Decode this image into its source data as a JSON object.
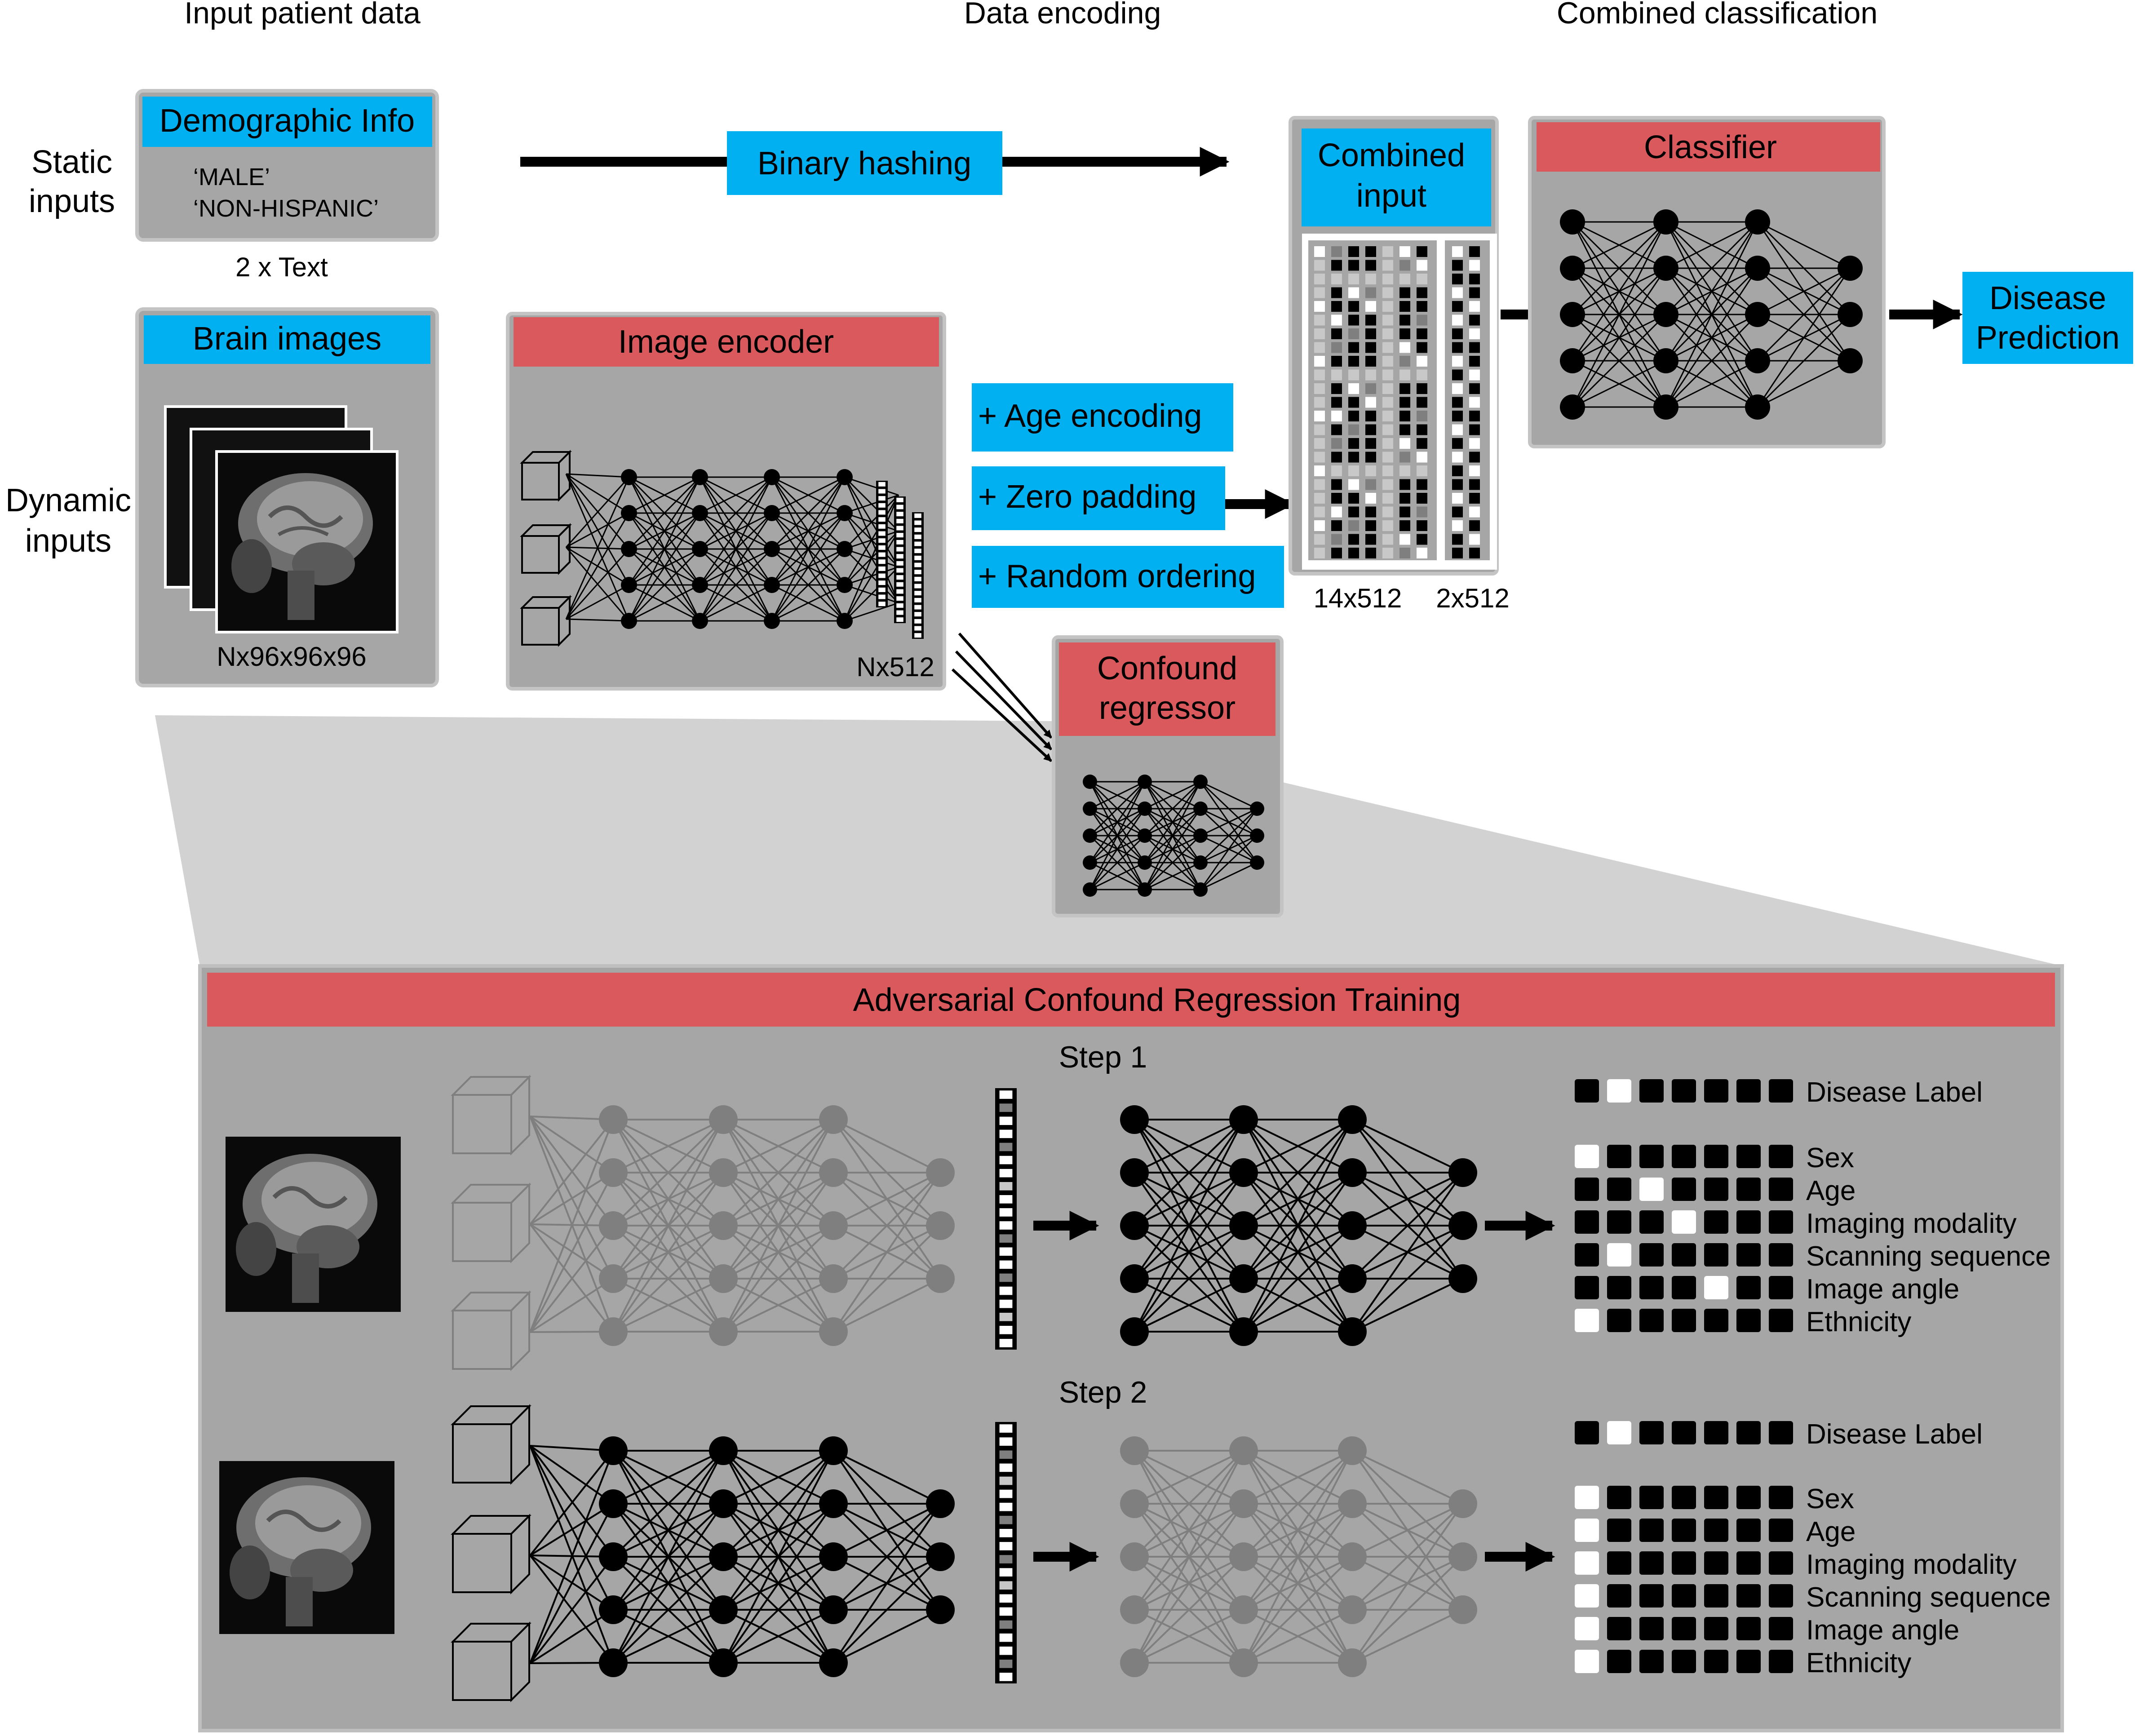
{
  "section_titles": {
    "input": "Input patient data",
    "encoding": "Data encoding",
    "classification": "Combined classification"
  },
  "row_labels": {
    "static_line1": "Static",
    "static_line2": "inputs",
    "dynamic_line1": "Dynamic",
    "dynamic_line2": "inputs"
  },
  "demographic": {
    "title": "Demographic Info",
    "value1": "‘MALE’",
    "value2": "‘NON-HISPANIC’",
    "caption": "2 x Text"
  },
  "brain_images": {
    "title": "Brain images",
    "caption": "Nx96x96x96"
  },
  "image_encoder": {
    "title": "Image encoder",
    "caption": "Nx512"
  },
  "binary_hashing": "Binary hashing",
  "encoding_steps": [
    "+ Age encoding",
    "+ Zero padding",
    "+ Random ordering"
  ],
  "combined_input": {
    "title_line1": "Combined",
    "title_line2": "input",
    "caption_left": "14x512",
    "caption_right": "2x512"
  },
  "classifier": {
    "title": "Classifier"
  },
  "disease_prediction": {
    "line1": "Disease",
    "line2": "Prediction"
  },
  "confound_regressor": {
    "line1": "Confound",
    "line2": "regressor"
  },
  "adversarial": {
    "title": "Adversarial Confound Regression Training",
    "step1": "Step 1",
    "step2": "Step 2",
    "labels": [
      "Disease Label",
      "Sex",
      "Age",
      "Imaging modality",
      "Scanning sequence",
      "Image angle",
      "Ethnicity"
    ],
    "step1_white_positions": [
      1,
      0,
      2,
      3,
      1,
      4,
      0
    ],
    "step2_white_positions": [
      1,
      0,
      0,
      0,
      0,
      0,
      0
    ]
  },
  "colors": {
    "blue": "#00b0f0",
    "red": "#d9595c",
    "panel_gray": "#a6a6a6",
    "panel_border": "#bfbfbf",
    "dim_network": "#7f7f7f"
  }
}
